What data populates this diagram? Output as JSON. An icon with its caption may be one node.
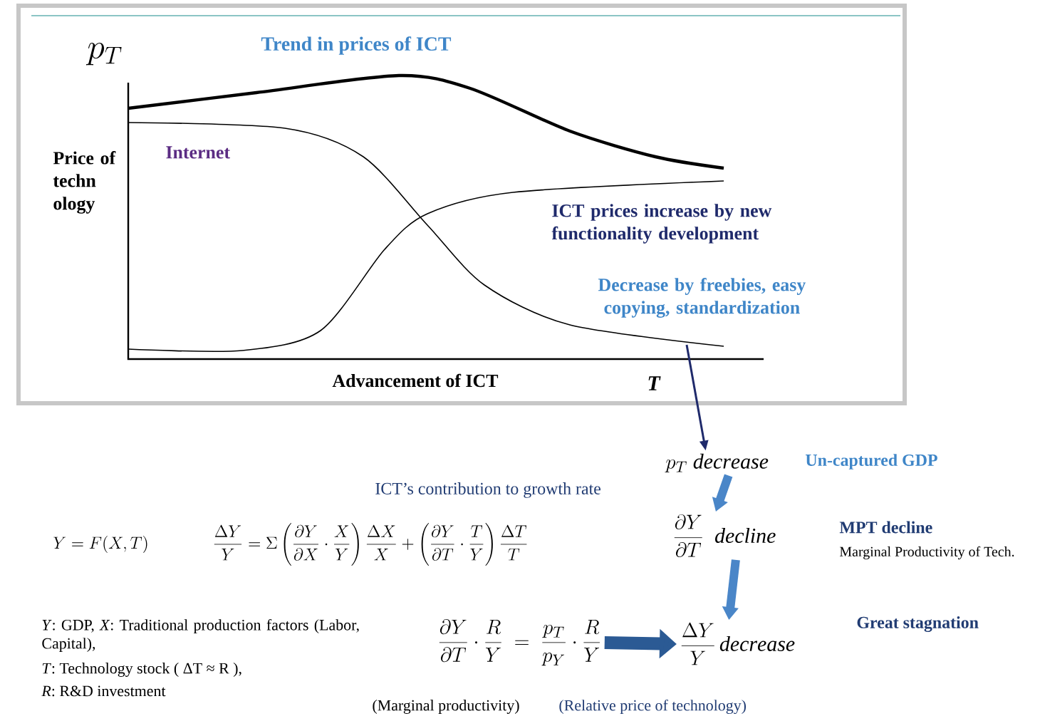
{
  "diagram": {
    "nodes": [
      {
        "text": [
          "p_T\\ \\mathit{decrease}"
        ],
        "beside": [
          "Un-captured  GDP"
        ]
      },
      {
        "text": [
          "\\frac{\\partial Y}{\\partial T}\\ \\ \\mathit{decline}"
        ],
        "beside": [
          "MPT decline",
          "Marginal Productivity of Tech."
        ]
      },
      {
        "text": [
          "\\frac{\\Delta Y}{Y}\\,\\mathit{decrease}"
        ]
      },
      {
        "text": [
          "\\frac{\\partial Y}{\\partial T}\\cdot\\frac{R}{Y}\\ =\\ \\frac{p_T}{p_Y}\\cdot\\frac{R}{Y}"
        ]
      }
    ],
    "edges": [
      {
        "from": null,
        "to": 0,
        "arrow": "to",
        "color": "#1f2a6b"
      },
      {
        "from": 0,
        "to": 1,
        "arrow": "to",
        "color": "#4a86c8"
      },
      {
        "from": 1,
        "to": 2,
        "arrow": "to",
        "color": "#4a86c8"
      },
      {
        "from": 3,
        "to": 2,
        "arrow": "to",
        "color": "#2b5a94"
      }
    ],
    "labels": [
      "p_T",
      "Trend in prices of ICT",
      "Price of techn ology",
      "Internet",
      "ICT prices increase by new functionality development",
      "Decrease by freebies, easy copying, standardization",
      "Advancement of ICT",
      "T",
      "ICT’s contribution to growth rate",
      "Y = F(X,T)",
      "\\frac{\\Delta Y}{Y}=\\Sigma\\left(\\frac{\\partial Y}{\\partial X}\\cdot\\frac{X}{Y}\\right)\\frac{\\Delta X}{X}+\\left(\\frac{\\partial Y}{\\partial T}\\cdot\\frac{T}{Y}\\right)\\frac{\\Delta T}{T}",
      "*Y*: GDP, *X*: Traditional production factors (Labor, Capital),",
      "*T*: Technology stock ( ΔT ≈ R ),",
      "*R*: R&D investment",
      "(Marginal productivity)",
      "(Relative price of technology)",
      "Great stagnation"
    ]
  }
}
